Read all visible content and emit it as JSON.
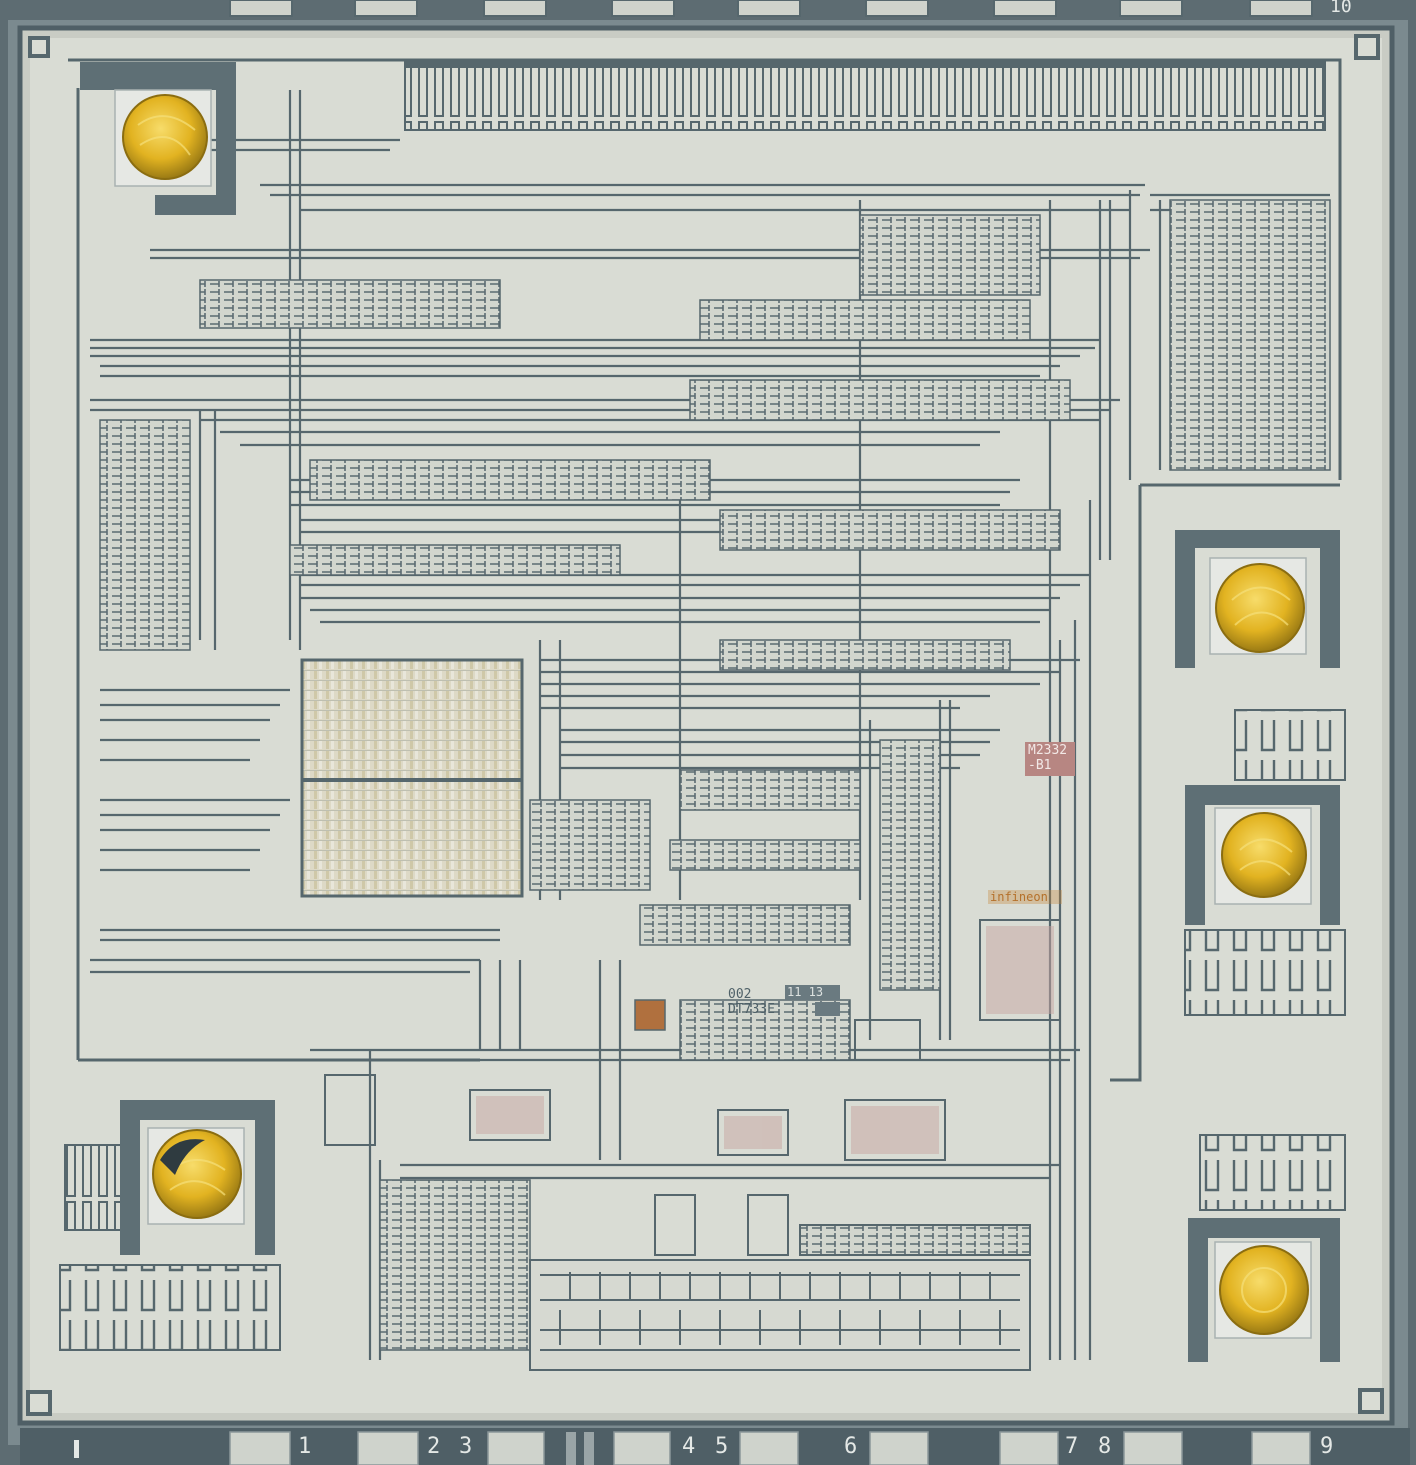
{
  "pin_numbers": [
    "1",
    "2",
    "3",
    "4",
    "5",
    "6",
    "7",
    "8",
    "9",
    "10"
  ],
  "die_markings": {
    "part": "M2332",
    "revision": "-B1",
    "manufacturer": "infineon",
    "code_line_1": "002",
    "code_line_1_suffix": "11 13",
    "code_line_2": "DT733E"
  },
  "colors": {
    "background": "#5d6c72",
    "die_surface": "#d9dcd4",
    "metal_trace": "#56676d",
    "bond_pad_frame": "#5e6f75",
    "bond_pad_inner": "#e6e8e4",
    "gold_wire_bond": "#e2b321",
    "part_label_bg": "#b78682",
    "manufacturer_label": "#c5883a"
  }
}
